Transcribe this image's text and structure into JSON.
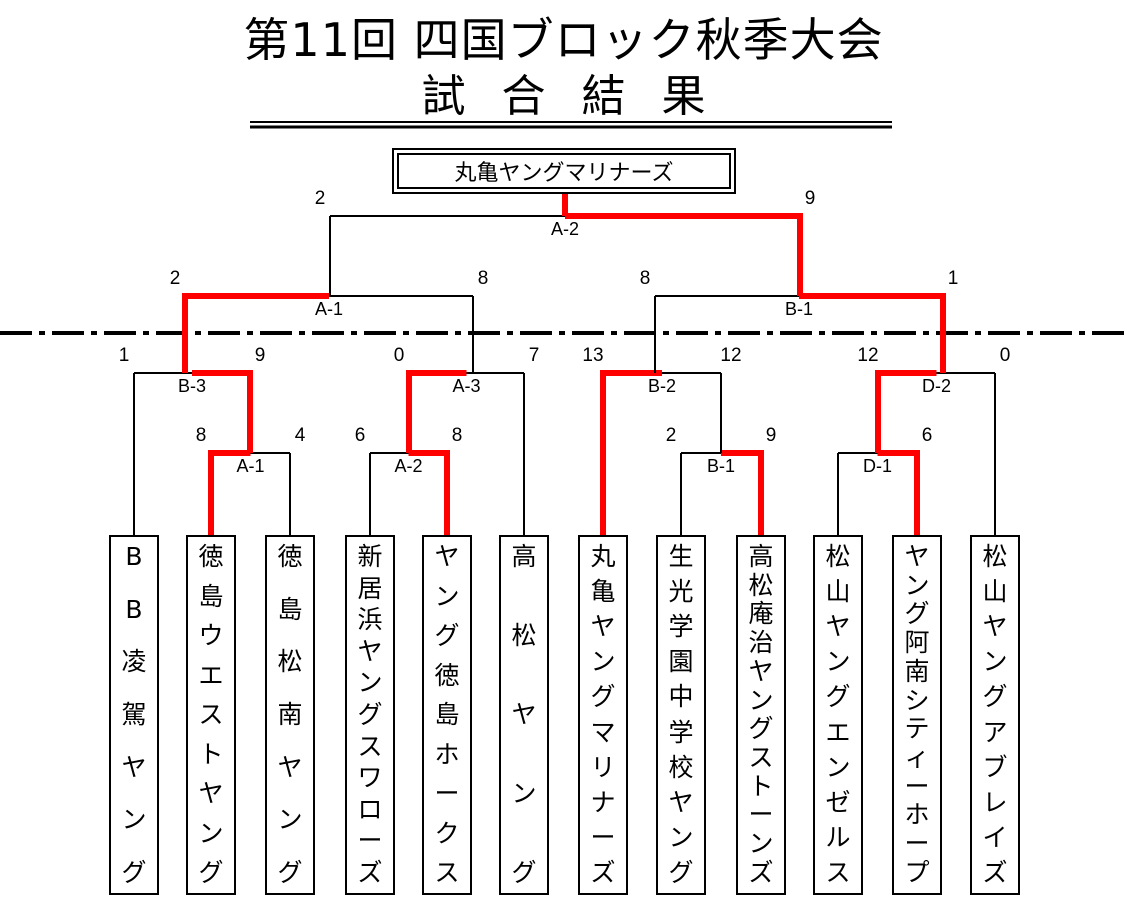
{
  "title": "第11回 四国ブロック秋季大会",
  "subtitle": "試合結果",
  "champion": "丸亀ヤングマリナーズ",
  "colors": {
    "winner": "#ff0000",
    "line": "#000000"
  },
  "teams": [
    "BB凌駕ヤング",
    "徳島ウエストヤング",
    "徳島松南ヤング",
    "新居浜ヤングスワローズ",
    "ヤング徳島ホークス",
    "高松ヤング",
    "丸亀ヤングマリナーズ",
    "生光学園中学校ヤング",
    "高松庵治ヤングストーンズ",
    "松山ヤングエンゼルス",
    "ヤング阿南シティーホープ",
    "松山ヤングアブレイズ"
  ],
  "games": [
    {
      "id": "A-1",
      "left_score": "8",
      "right_score": "4"
    },
    {
      "id": "A-2",
      "left_score": "6",
      "right_score": "8"
    },
    {
      "id": "B-1",
      "left_score": "2",
      "right_score": "9"
    },
    {
      "id": "D-1",
      "left_score": "",
      "right_score": "6"
    },
    {
      "id": "B-3",
      "left_score": "1",
      "right_score": "9"
    },
    {
      "id": "A-3",
      "left_score": "0",
      "right_score": "7"
    },
    {
      "id": "B-2",
      "left_score": "13",
      "right_score": "12"
    },
    {
      "id": "D-2",
      "left_score": "12",
      "right_score": "0"
    },
    {
      "id": "A-1",
      "left_score": "2",
      "right_score": "8"
    },
    {
      "id": "B-1",
      "left_score": "8",
      "right_score": "1"
    },
    {
      "id": "A-2",
      "left_score": "2",
      "right_score": "9"
    }
  ]
}
